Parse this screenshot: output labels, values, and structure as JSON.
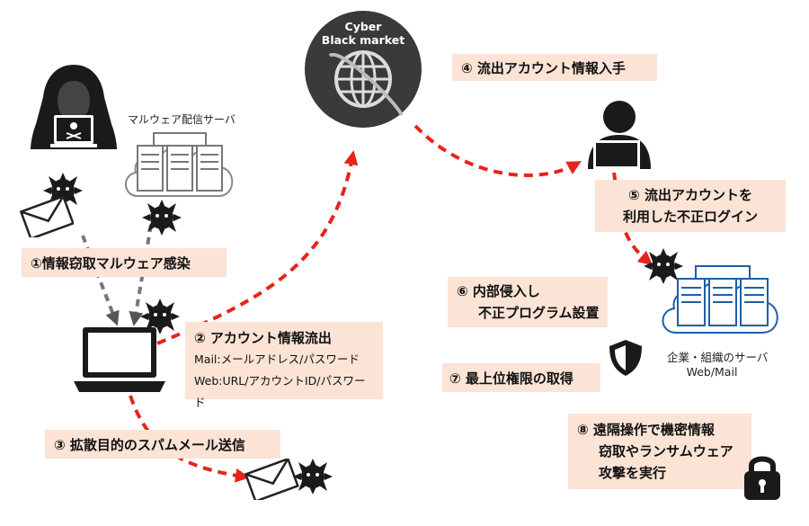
{
  "cyber_market": {
    "line1": "Cyber",
    "line2": "Black market"
  },
  "malware_server_label": "マルウェア配信サーバ",
  "corp_server_label": {
    "line1": "企業・組織のサーバ",
    "line2": "Web/Mail"
  },
  "steps": {
    "s1": "①情報窃取マルウェア感染",
    "s2": "② アカウント情報流出",
    "s2_detail1": "Mail:メールアドレス/パスワード",
    "s2_detail2": "Web:URL/アカウントID/パスワード",
    "s3": "③ 拡散目的のスパムメール送信",
    "s4": "④ 流出アカウント情報入手",
    "s5_line1": "⑤ 流出アカウントを",
    "s5_line2": "利用した不正ログイン",
    "s6_line1": "⑥ 内部侵入し",
    "s6_line2": "不正プログラム設置",
    "s7": "⑦ 最上位権限の取得",
    "s8_line1": "⑧ 遠隔操作で機密情報",
    "s8_line2": "窃取やランサムウェア",
    "s8_line3": "攻撃を実行"
  },
  "colors": {
    "accent": "#e8231c",
    "box": "#fbe3d6",
    "dark": "#1a1a1a",
    "server_blue": "#1f5ea8"
  }
}
